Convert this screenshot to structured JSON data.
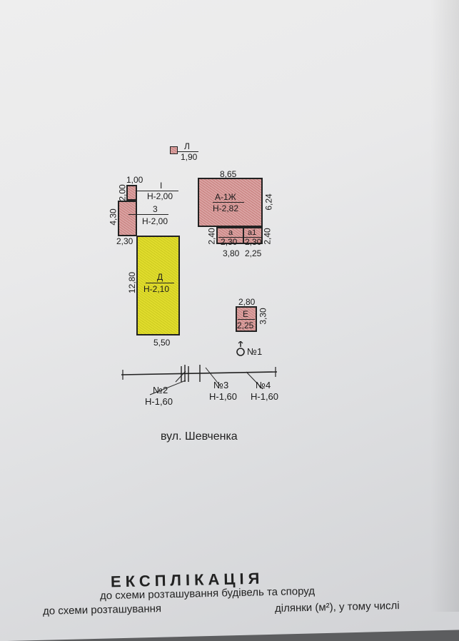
{
  "plan": {
    "building_l": {
      "letter": "Л",
      "size": "1,90"
    },
    "building_a": {
      "letter": "А-1Ж",
      "height": "Н-2,82",
      "width": "8,65",
      "depth": "6,24",
      "ext_a": "а",
      "ext_a1": "а1",
      "ext_a_w": "2,30",
      "ext_a1_w": "2,30",
      "ext_h_left": "2,40",
      "ext_h_right": "2,40",
      "bottom_left": "3,80",
      "bottom_right": "2,25"
    },
    "building_i": {
      "letter": "І",
      "height": "Н-2,00",
      "top": "1,00",
      "side": "2,00"
    },
    "building_3": {
      "letter": "3",
      "height": "Н-2,00",
      "side": "4,30",
      "bottom": "2,30"
    },
    "building_d": {
      "letter": "Д",
      "height": "Н-2,10",
      "side": "12,80",
      "bottom": "5,50"
    },
    "building_e": {
      "letter": "Е",
      "top": "2,80",
      "side": "3,30",
      "inner": "2,25"
    },
    "well": {
      "label": "№1"
    },
    "fences": [
      {
        "label": "№2",
        "height": "Н-1,60"
      },
      {
        "label": "№3",
        "height": "Н-1,60"
      },
      {
        "label": "№4",
        "height": "Н-1,60"
      }
    ],
    "street": "вул. Шевченка"
  },
  "explication": {
    "title": "ЕКСПЛІКАЦІЯ",
    "subtitle": "до схеми розташування будівель та споруд",
    "row_left": "до схеми розташування",
    "row_right": "ділянки (м²), у тому числі"
  },
  "colors": {
    "residential": "#d9a3a2",
    "yard": "#e0dc2c",
    "paper": "#ececec"
  }
}
